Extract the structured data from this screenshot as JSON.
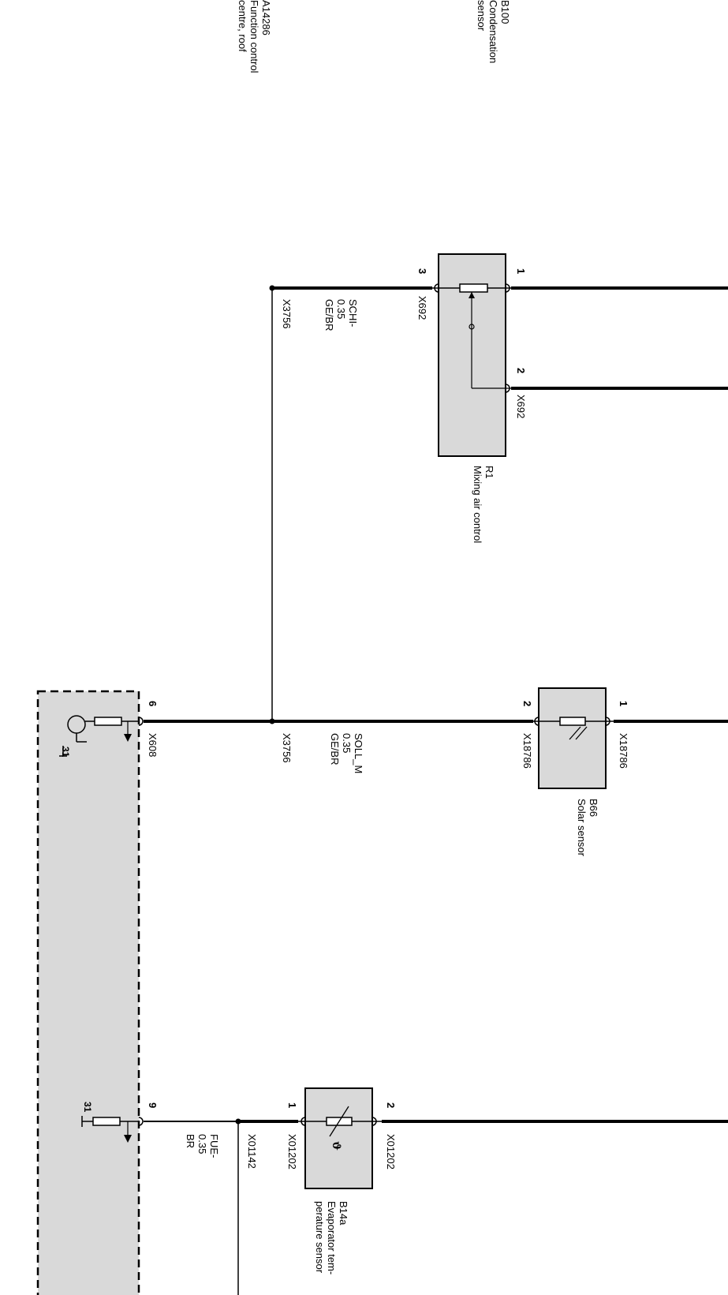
{
  "colors": {
    "wire": "#000000",
    "component_fill": "#d9d9d9",
    "module_fill": "#d9d9d9",
    "background": "#ffffff"
  },
  "top_labels": {
    "a14286": "A14286\nFunction control\ncentre, roof",
    "b100": "B100\nCondensation\nsensor"
  },
  "mixing_air_control": {
    "name": "R1\nMixing air control",
    "pin1": "1",
    "pin2": "2",
    "pin3": "3",
    "connector_top": "X692",
    "connector_bottom": "X692"
  },
  "solar_sensor": {
    "name": "B66\nSolar sensor",
    "pin1": "1",
    "pin2": "2",
    "connector_top": "X18786",
    "connector_bottom": "X18786"
  },
  "evaporator_sensor": {
    "name": "B14a\nEvaporator tem-\nperature sensor",
    "pin1": "1",
    "pin2": "2",
    "connector_top": "X01202",
    "connector_bottom": "X01202"
  },
  "wires": {
    "schi": "SCHI-\n0.35\nGE/BR",
    "soll_m": "SOLL_M\n0.35\nGE/BR",
    "fue": "FUE-\n0.35\nBR"
  },
  "splices": {
    "x3756_a": "X3756",
    "x3756_b": "X3756",
    "x01142": "X01142"
  },
  "module": {
    "pin6": "6",
    "pin9": "9",
    "connector_6": "X608",
    "ground_6": "31",
    "ground_9": "31"
  }
}
